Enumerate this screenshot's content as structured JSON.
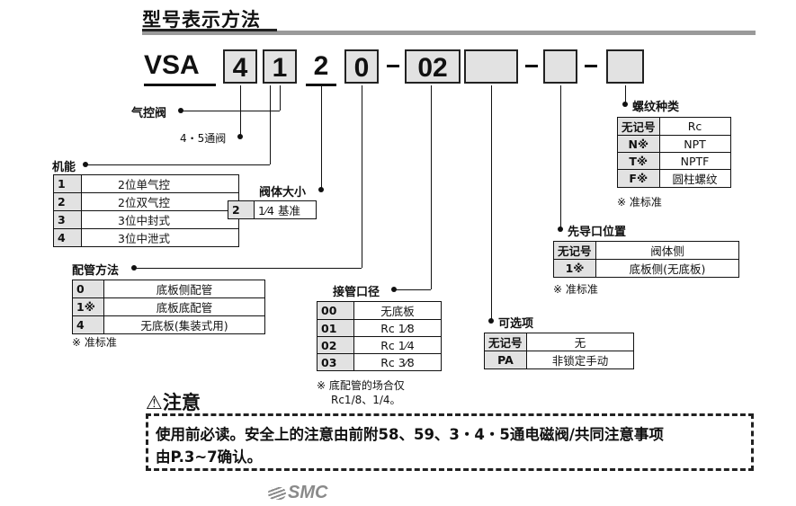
{
  "title": "型号表示方法",
  "code": {
    "prefix": "VSA",
    "d1": "4",
    "d2": "1",
    "d3": "2",
    "d4": "0",
    "sep": "–",
    "d5": "02"
  },
  "labels": {
    "pilot": "气控阀",
    "ports": "4・5通阀",
    "function": "机能",
    "body_size": "阀体大小",
    "piping": "配管方法",
    "port_size": "接管口径",
    "option": "可选项",
    "pilot_port": "先导口位置",
    "thread": "螺纹种类"
  },
  "function_table": [
    {
      "key": "1",
      "val": "2位单气控"
    },
    {
      "key": "2",
      "val": "2位双气控"
    },
    {
      "key": "3",
      "val": "3位中封式"
    },
    {
      "key": "4",
      "val": "3位中泄式"
    }
  ],
  "body_size_table": [
    {
      "key": "2",
      "val": "1⁄4 基准"
    }
  ],
  "piping_table": [
    {
      "key": "0",
      "val": "底板侧配管"
    },
    {
      "key": "1※",
      "val": "底板底配管"
    },
    {
      "key": "4",
      "val": "无底板(集装式用)"
    }
  ],
  "piping_note": "※ 准标准",
  "port_size_table": [
    {
      "key": "00",
      "val": "无底板"
    },
    {
      "key": "01",
      "val": "Rc 1⁄8"
    },
    {
      "key": "02",
      "val": "Rc 1⁄4"
    },
    {
      "key": "03",
      "val": "Rc 3⁄8"
    }
  ],
  "port_size_note_1": "※ 底配管的场合仅",
  "port_size_note_2": "Rc1/8、1/4。",
  "option_table": [
    {
      "key": "无记号",
      "val": "无"
    },
    {
      "key": "PA",
      "val": "非锁定手动"
    }
  ],
  "pilot_port_table": [
    {
      "key": "无记号",
      "val": "阀体侧"
    },
    {
      "key": "1※",
      "val": "底板侧(无底板)"
    }
  ],
  "pilot_port_note": "※ 准标准",
  "thread_table": [
    {
      "key": "无记号",
      "val": "Rc"
    },
    {
      "key": "N※",
      "val": "NPT"
    },
    {
      "key": "T※",
      "val": "NPTF"
    },
    {
      "key": "F※",
      "val": "圆柱螺纹"
    }
  ],
  "thread_note": "※ 准标准",
  "caution": {
    "title": "⚠注意",
    "line1": "使用前必读。安全上的注意由前附58、59、3・4・5通电磁阀/共同注意事项",
    "line2": "由P.3~7确认。"
  },
  "logo": "SMC"
}
